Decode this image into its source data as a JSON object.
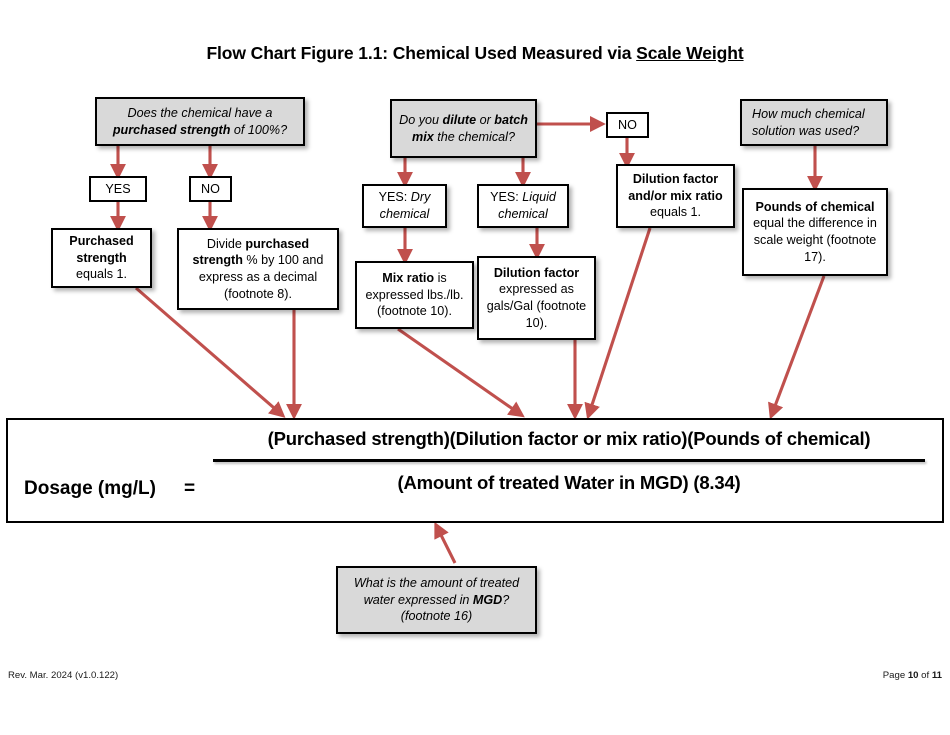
{
  "document": {
    "title_prefix": "Flow Chart Figure 1.1: Chemical Used Measured via ",
    "title_underlined": "Scale Weight",
    "footer_left": "Rev. Mar. 2024 (v1.0.122)",
    "footer_right_prefix": "Page ",
    "footer_page_number": "10",
    "footer_right_middle": " of ",
    "footer_total_pages": "11"
  },
  "colors": {
    "arrow": "#c0504d",
    "box_fill_gray": "#d9d9d9",
    "box_fill_white": "#ffffff",
    "border": "#000000"
  },
  "nodes": {
    "q_purchased_strength": {
      "line1_a": "Does the chemical have a",
      "line2_bold": "purchased strength",
      "line2_b": " of 100%?"
    },
    "chip_yes_left": "YES",
    "chip_no_left": "NO",
    "purchased_strength_equals": {
      "bold": "Purchased strength",
      "rest": " equals 1."
    },
    "divide_purchased_strength": {
      "pre": "Divide ",
      "bold": "purchased strength",
      "rest": " % by 100 and express as a decimal (footnote 8)."
    },
    "q_dilute_or_batch": {
      "pre": "Do you ",
      "bold1": "dilute",
      "mid": " or ",
      "bold2": "batch mix",
      "post": " the chemical?"
    },
    "chip_no_middle": "NO",
    "yes_dry_chemical": {
      "label": "YES: ",
      "italic": "Dry chemical"
    },
    "yes_liquid_chemical": {
      "label": "YES: ",
      "italic": "Liquid chemical"
    },
    "mix_ratio": {
      "bold": "Mix ratio",
      "rest": " is expressed lbs./lb. (footnote 10)."
    },
    "dilution_factor": {
      "bold": "Dilution factor",
      "rest": " expressed as gals/Gal (footnote 10)."
    },
    "dilution_factor_equals_one": {
      "bold": "Dilution factor and/or mix ratio",
      "rest": " equals 1."
    },
    "q_how_much_solution": {
      "line1": "How much chemical",
      "line2": "solution was used?"
    },
    "pounds_of_chemical": {
      "bold": "Pounds of chemical",
      "rest": " equal the difference in scale weight (footnote 17)."
    },
    "q_treated_water_mgd": {
      "line1": "What is the amount of treated",
      "line2_a": "water expressed in ",
      "line2_bold": "MGD",
      "line2_b": "?",
      "line3": "(footnote 16)"
    }
  },
  "formula": {
    "left_label": "Dosage (mg/L)",
    "equals": "=",
    "numerator": "(Purchased strength)(Dilution factor or mix ratio)(Pounds of chemical)",
    "denominator": "(Amount of treated Water in MGD) (8.34)"
  },
  "chart_data": {
    "type": "diagram",
    "title": "Flow Chart Figure 1.1: Chemical Used Measured via Scale Weight",
    "nodes": [
      {
        "id": "q1",
        "label": "Does the chemical have a purchased strength of 100%?",
        "shape": "rect",
        "fill": "#d9d9d9"
      },
      {
        "id": "yes1",
        "label": "YES",
        "shape": "rect",
        "fill": "#ffffff"
      },
      {
        "id": "no1",
        "label": "NO",
        "shape": "rect",
        "fill": "#ffffff"
      },
      {
        "id": "ps1",
        "label": "Purchased strength equals 1.",
        "shape": "rect",
        "fill": "#ffffff"
      },
      {
        "id": "ps2",
        "label": "Divide purchased strength % by 100 and express as a decimal (footnote 8).",
        "shape": "rect",
        "fill": "#ffffff"
      },
      {
        "id": "q2",
        "label": "Do you dilute or batch mix the chemical?",
        "shape": "rect",
        "fill": "#d9d9d9"
      },
      {
        "id": "no2",
        "label": "NO",
        "shape": "rect",
        "fill": "#ffffff"
      },
      {
        "id": "dry",
        "label": "YES: Dry chemical",
        "shape": "rect",
        "fill": "#ffffff"
      },
      {
        "id": "liq",
        "label": "YES: Liquid chemical",
        "shape": "rect",
        "fill": "#ffffff"
      },
      {
        "id": "mix",
        "label": "Mix ratio is expressed lbs./lb. (footnote 10).",
        "shape": "rect",
        "fill": "#ffffff"
      },
      {
        "id": "dil",
        "label": "Dilution factor expressed as gals/Gal (footnote 10).",
        "shape": "rect",
        "fill": "#ffffff"
      },
      {
        "id": "dil1",
        "label": "Dilution factor and/or mix ratio equals 1.",
        "shape": "rect",
        "fill": "#ffffff"
      },
      {
        "id": "q3",
        "label": "How much chemical solution was used?",
        "shape": "rect",
        "fill": "#d9d9d9"
      },
      {
        "id": "lbs",
        "label": "Pounds of chemical equal the difference in scale weight (footnote 17).",
        "shape": "rect",
        "fill": "#ffffff"
      },
      {
        "id": "formula",
        "label": "Dosage (mg/L) = (Purchased strength)(Dilution factor or mix ratio)(Pounds of chemical) / (Amount of treated Water in MGD) (8.34)",
        "shape": "rect",
        "fill": "#ffffff"
      },
      {
        "id": "q4",
        "label": "What is the amount of treated water expressed in MGD? (footnote 16)",
        "shape": "rect",
        "fill": "#d9d9d9"
      }
    ],
    "edges": [
      {
        "from": "q1",
        "to": "yes1"
      },
      {
        "from": "q1",
        "to": "no1"
      },
      {
        "from": "yes1",
        "to": "ps1"
      },
      {
        "from": "no1",
        "to": "ps2"
      },
      {
        "from": "ps1",
        "to": "formula"
      },
      {
        "from": "ps2",
        "to": "formula"
      },
      {
        "from": "q2",
        "to": "no2"
      },
      {
        "from": "q2",
        "to": "dry"
      },
      {
        "from": "q2",
        "to": "liq"
      },
      {
        "from": "no2",
        "to": "dil1"
      },
      {
        "from": "dry",
        "to": "mix"
      },
      {
        "from": "liq",
        "to": "dil"
      },
      {
        "from": "mix",
        "to": "formula"
      },
      {
        "from": "dil",
        "to": "formula"
      },
      {
        "from": "dil1",
        "to": "formula"
      },
      {
        "from": "q3",
        "to": "lbs"
      },
      {
        "from": "lbs",
        "to": "formula"
      },
      {
        "from": "q4",
        "to": "formula"
      }
    ]
  }
}
